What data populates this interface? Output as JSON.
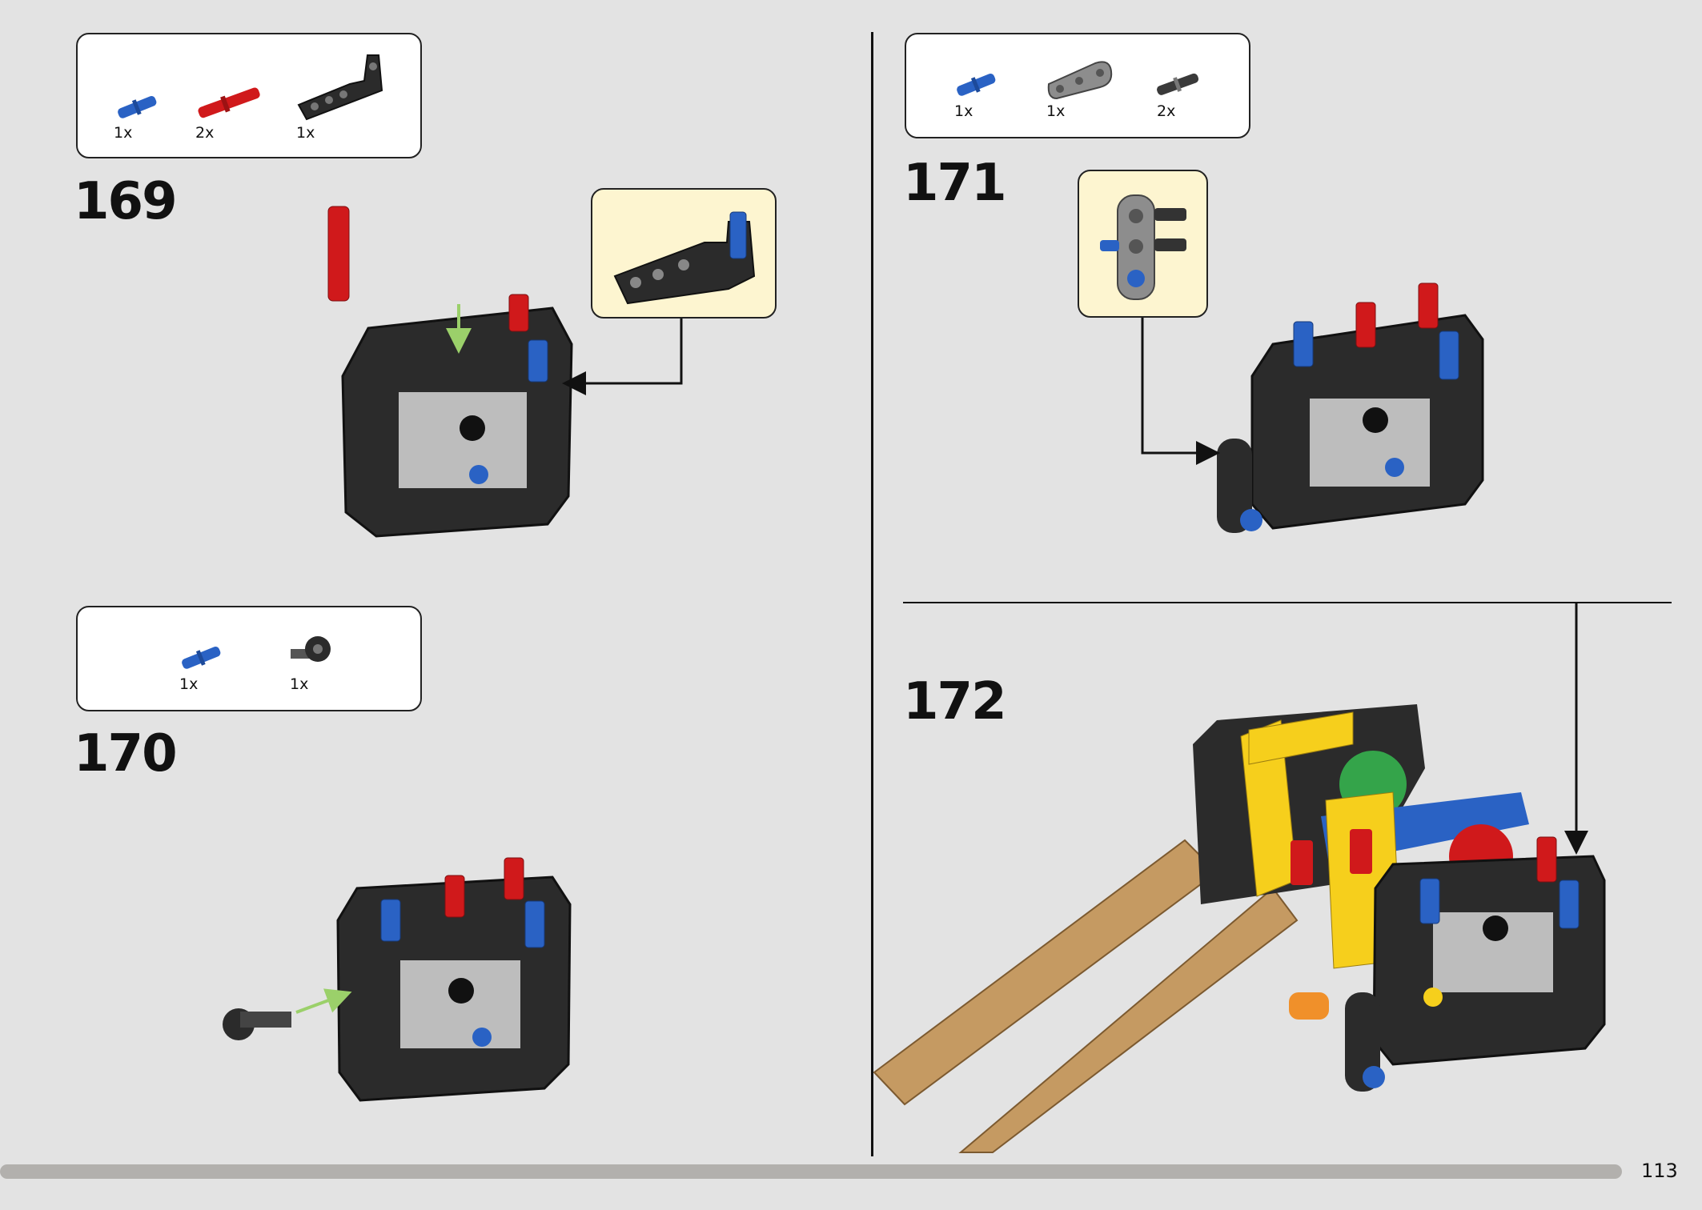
{
  "steps": [
    {
      "number": "169",
      "parts": [
        {
          "icon": "blue-axle-pin-icon",
          "qty": "1x"
        },
        {
          "icon": "red-long-axle-pin-icon",
          "qty": "2x"
        },
        {
          "icon": "black-angled-beam-icon",
          "qty": "1x"
        }
      ]
    },
    {
      "number": "170",
      "parts": [
        {
          "icon": "blue-axle-pin-icon",
          "qty": "1x"
        },
        {
          "icon": "black-axle-connector-icon",
          "qty": "1x"
        }
      ]
    },
    {
      "number": "171",
      "parts": [
        {
          "icon": "blue-axle-pin-icon",
          "qty": "1x"
        },
        {
          "icon": "gray-beam-icon",
          "qty": "1x"
        },
        {
          "icon": "black-axle-pin-icon",
          "qty": "2x"
        }
      ]
    },
    {
      "number": "172",
      "parts": []
    }
  ],
  "page_number": "113",
  "colors": {
    "background": "#e3e3e3",
    "callout": "#fdf5d0",
    "frame": "#2b2b2b",
    "blue": "#2a62c4",
    "red": "#d0191b",
    "yellow": "#f6cf1c",
    "green": "#34a44a",
    "chain": "#c59a62",
    "arrow_green": "#9bd06a"
  }
}
